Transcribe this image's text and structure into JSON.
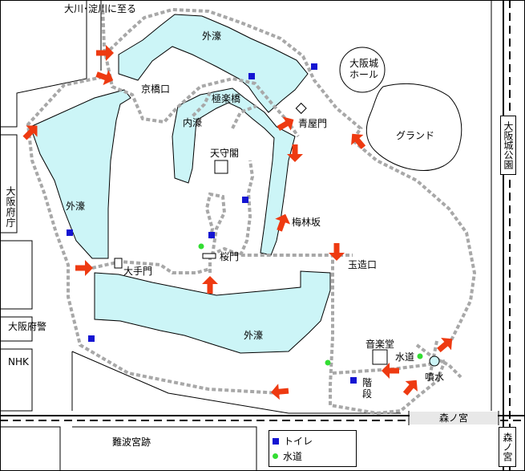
{
  "labels": {
    "to_okawa": "大川･淀川に至る",
    "outer_moat_top": "外濠",
    "outer_moat_left": "外濠",
    "outer_moat_bottom": "外濠",
    "inner_moat": "内濠",
    "kyobashi_gate": "京橋口",
    "gokurakubashi": "極楽橋",
    "aoyamon": "青屋門",
    "castle_hall": "大阪城\nホール",
    "ground": "グランド",
    "tenshukaku": "天守閣",
    "baibayashizaka": "梅林坂",
    "sakuramon": "桜門",
    "otemon": "大手門",
    "tamatsukuri_gate": "玉造口",
    "ongakudo": "音楽堂",
    "suido": "水道",
    "funsui": "噴水",
    "kaidan": "階段",
    "morinomiya": "森ノ宮",
    "naniwa_palace": "難波宮跡",
    "nhk": "NHK",
    "osaka_police": "大阪府警",
    "osaka_pref_office": "大阪府庁",
    "osakajo_park_station": "大阪城公園",
    "morinomiya_station": "森ノ宮"
  },
  "legend": {
    "toilet": "トイレ",
    "water": "水道"
  },
  "colors": {
    "moat": "#ccf5f7",
    "path": "#a8a8a8",
    "arrow": "#ee3a11",
    "toilet": "#1414d2",
    "water": "#33dd33"
  }
}
